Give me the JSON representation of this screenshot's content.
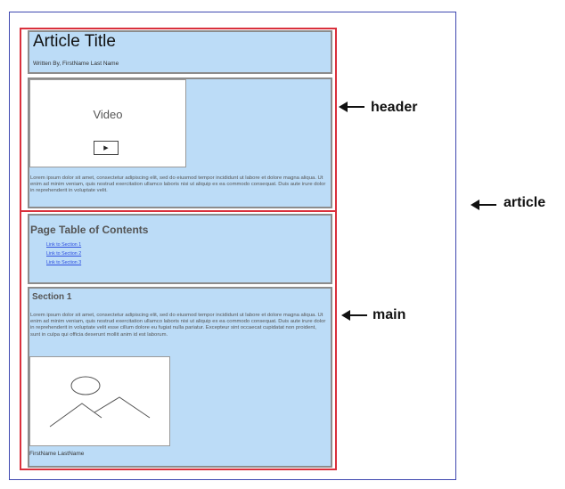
{
  "header": {
    "article_title": "Article Title",
    "byline": "Written By, FirstName Last Name",
    "video_label": "Video",
    "video_text": "Lorem ipsum dolor sit amet, consectetur adipiscing elit, sed do eiusmod tempor incididunt ut labore et dolore magna aliqua. Ut enim ad minim veniam, quis nostrud exercitation ullamco laboris nisi ut aliquip ex ea commodo consequat. Duis aute irure dolor in reprehenderit in voluptate velit."
  },
  "toc": {
    "title": "Page Table of Contents",
    "links": [
      "Link to Section 1",
      "Link to Section 2",
      "Link to Section 3"
    ]
  },
  "section": {
    "title": "Section 1",
    "text": "Lorem ipsum dolor sit amet, consectetur adipiscing elit, sed do eiusmod tempor incididunt ut labore et dolore magna aliqua. Ut enim ad minim veniam, quis nostrud exercitation ullamco laboris nisi ut aliquip ex ea commodo consequat. Duis aute irure dolor in reprehenderit in voluptate velit esse cillum dolore eu fugiat nulla pariatur. Excepteur sint occaecat cupidatat non proident, sunt in culpa qui officia deserunt mollit anim id est laborum.",
    "image_caption": "FirstName LastName"
  },
  "callouts": {
    "header": "header",
    "main": "main",
    "article": "article"
  },
  "icons": {
    "play": "play-icon",
    "image_placeholder": "image-placeholder-icon",
    "arrow": "arrow-left-icon"
  },
  "colors": {
    "panel_fill": "#bcdcf7",
    "panel_border": "#8c8c8c",
    "region_outline": "#d9303c",
    "article_outline": "#3f48b0",
    "link": "#2d4fe0"
  }
}
